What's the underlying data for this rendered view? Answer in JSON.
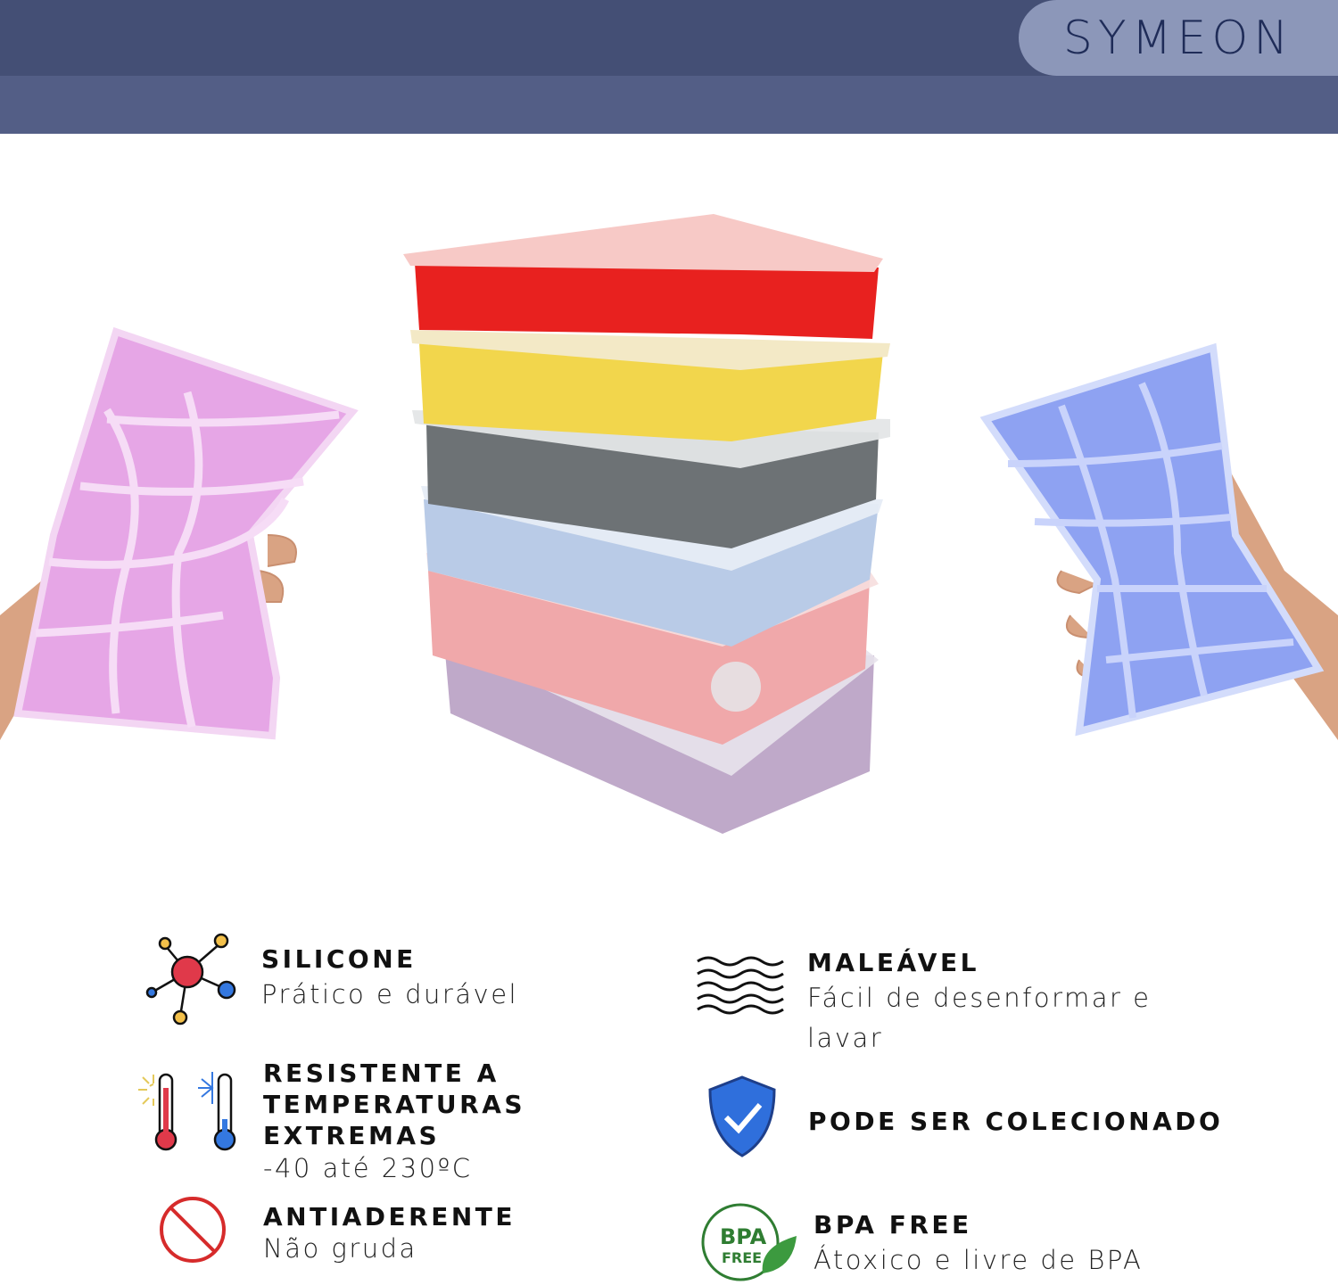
{
  "brand": {
    "logo_text": "SYMEON",
    "header_color": "#444f75",
    "band_color": "#535e86",
    "pill_color": "#8c97b9"
  },
  "product": {
    "tray_colors": [
      "#e8211f",
      "#f2d64c",
      "#6d7275",
      "#b9cbe7",
      "#f0a8aa",
      "#bfa9c9"
    ],
    "left_tray_color": "#e6a6e6",
    "right_tray_color": "#8ea2f2"
  },
  "features": [
    {
      "icon": "molecule-icon",
      "title": "SILICONE",
      "subtitle": "Prático e durável"
    },
    {
      "icon": "thermometer-icon",
      "title": "RESISTENTE A TEMPERATURAS EXTREMAS",
      "subtitle": "-40 até 230ºC"
    },
    {
      "icon": "no-stick-icon",
      "title": "ANTIADERENTE",
      "subtitle": "Não gruda"
    },
    {
      "icon": "waves-icon",
      "title": "MALEÁVEL",
      "subtitle": "Fácil de desenformar e lavar"
    },
    {
      "icon": "shield-check-icon",
      "title": "PODE SER COLECIONADO",
      "subtitle": ""
    },
    {
      "icon": "bpa-free-icon",
      "title": "BPA FREE",
      "subtitle": "Átoxico e livre de BPA",
      "badge_text": "BPA FREE"
    }
  ]
}
